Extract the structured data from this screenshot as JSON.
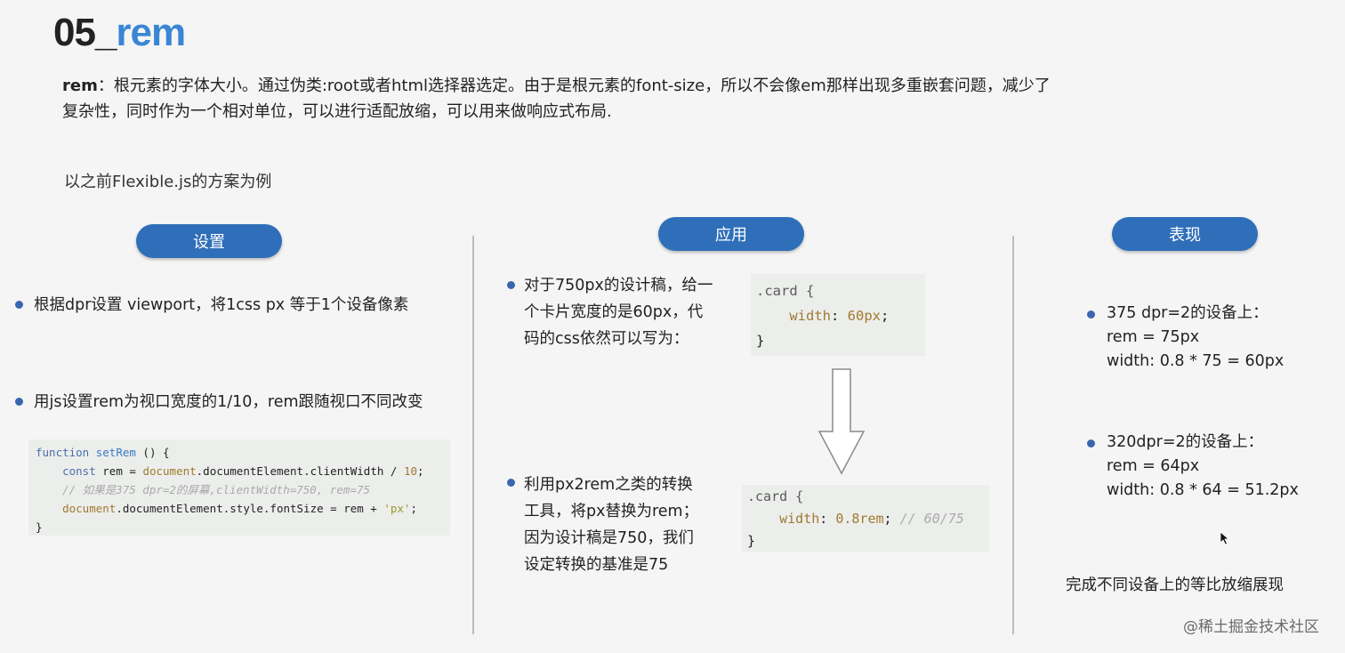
{
  "title": {
    "number": "05_",
    "accent": "rem"
  },
  "intro": {
    "term": "rem",
    "text": "：根元素的字体大小。通过伪类:root或者html选择器选定。由于是根元素的font-size，所以不会像em那样出现多重嵌套问题，减少了复杂性，同时作为一个相对单位，可以进行适配放缩，可以用来做响应式布局."
  },
  "example_heading": "以之前Flexible.js的方案为例",
  "columns": {
    "setup": {
      "label": "设置",
      "bullets": [
        "根据dpr设置 viewport，将1css px 等于1个设备像素",
        "用js设置rem为视口宽度的1/10，rem跟随视口不同改变"
      ],
      "code": {
        "line1_kw": "function",
        "line1_fn": "setRem",
        "line1_rest": " () {",
        "line2_kw": "const",
        "line2_rest1": " rem = ",
        "line2_obj": "document",
        "line2_rest2": ".documentElement.clientWidth / ",
        "line2_num": "10",
        "line2_end": ";",
        "line3_comment": "// 如果是375 dpr=2的屏幕,clientWidth=750, rem=75",
        "line4_obj": "document",
        "line4_rest": ".documentElement.style.fontSize = rem + ",
        "line4_str": "'px'",
        "line4_end": ";",
        "line5": "}"
      }
    },
    "apply": {
      "label": "应用",
      "bullet1_lines": [
        "对于750px的设计稿，给一",
        "个卡片宽度的是60px，代",
        "码的css依然可以写为："
      ],
      "code1": {
        "selector": ".card {",
        "prop": "width",
        "colon": ": ",
        "value": "60px",
        "semi": ";",
        "close": "}"
      },
      "bullet2_lines": [
        "利用px2rem之类的转换",
        "工具，将px替换为rem；",
        "因为设计稿是750，我们",
        "设定转换的基准是75"
      ],
      "code2": {
        "selector": ".card {",
        "prop": "width",
        "colon": ": ",
        "value": "0.8rem",
        "semi": "; ",
        "comment": "// 60/75",
        "close": "}"
      }
    },
    "result": {
      "label": "表现",
      "case1": {
        "heading": "375 dpr=2的设备上：",
        "line1": "rem = 75px",
        "line2": "width: 0.8 * 75 = 60px"
      },
      "case2": {
        "heading": "320dpr=2的设备上：",
        "line1": "rem = 64px",
        "line2": "width: 0.8 * 64 = 51.2px"
      },
      "conclusion": "完成不同设备上的等比放缩展现"
    }
  },
  "watermark": "@稀土掘金技术社区",
  "colors": {
    "accent": "#3a86d4",
    "pill": "#2f6fb9",
    "bullet": "#3a66b0"
  }
}
